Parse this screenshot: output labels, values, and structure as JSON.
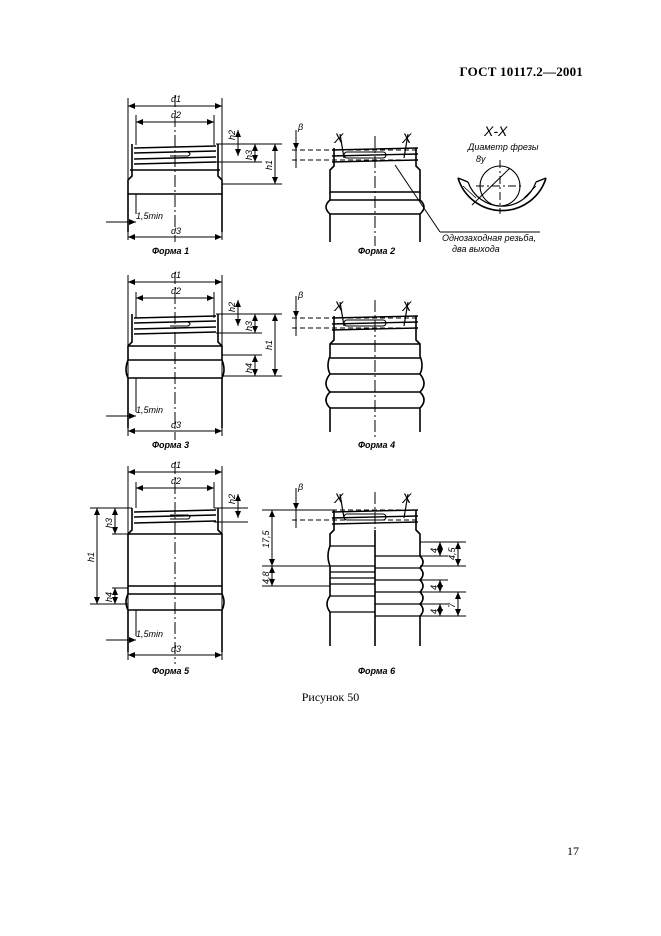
{
  "header": {
    "standard": "ГОСТ 10117.2—2001"
  },
  "figure": {
    "caption": "Рисунок 50",
    "forms": [
      "Форма 1",
      "Форма 2",
      "Форма 3",
      "Форма 4",
      "Форма 5",
      "Форма 6"
    ],
    "labels": {
      "d1": "d1",
      "d2": "d2",
      "d3": "d3",
      "h1": "h1",
      "h2": "h2",
      "h3": "h3",
      "h4": "h4",
      "min": "1,5min",
      "beta": "β",
      "x": "X"
    },
    "section": {
      "title": "X-X",
      "subtitle": "Диаметр фрезы",
      "angle": "8у"
    },
    "note": {
      "line1": "Однозаходная резьба,",
      "line2": "два выхода"
    },
    "dims": {
      "d175": "17,5",
      "d48": "4,8",
      "d4a": "4",
      "d45": "4,5",
      "d4b": "4",
      "d4c": "4",
      "d7": "7"
    }
  },
  "page": {
    "number": "17"
  }
}
